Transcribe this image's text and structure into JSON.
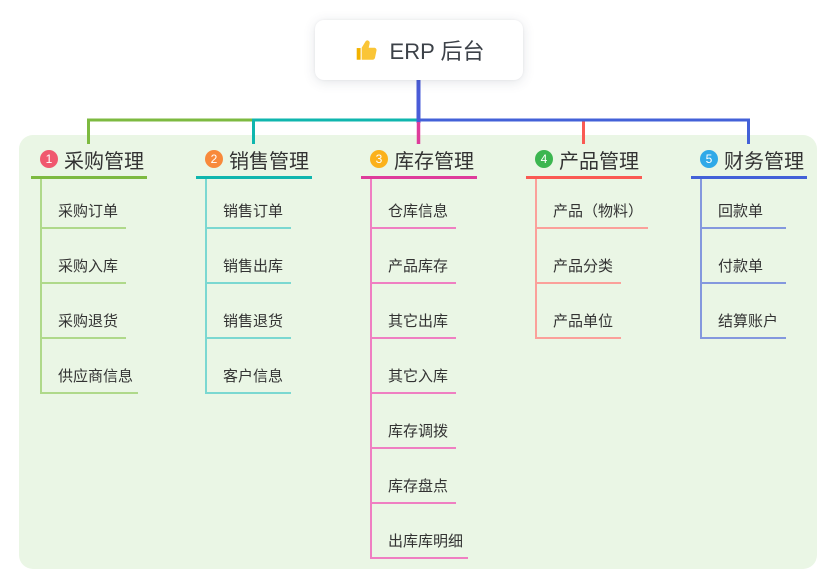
{
  "root": {
    "title": "ERP 后台",
    "icon": "thumbs-up-icon"
  },
  "palette": {
    "canvas_bg": "#FFFFFF",
    "panel_bg": "#EAF6E5",
    "root_line": "#4A5CD8",
    "text": "#333333",
    "root_card_bg": "#FFFFFF"
  },
  "branches": [
    {
      "number": "1",
      "label": "采购管理",
      "colors": {
        "badge": "#F0586E",
        "main": "#7DBA40",
        "light": "#AFD98A"
      },
      "children": [
        "采购订单",
        "采购入库",
        "采购退货",
        "供应商信息"
      ]
    },
    {
      "number": "2",
      "label": "销售管理",
      "colors": {
        "badge": "#F8893B",
        "main": "#0FB6AE",
        "light": "#7BD8D1"
      },
      "children": [
        "销售订单",
        "销售出库",
        "销售退货",
        "客户信息"
      ]
    },
    {
      "number": "3",
      "label": "库存管理",
      "colors": {
        "badge": "#FBB11B",
        "main": "#DE3C9B",
        "light": "#EF7FC2"
      },
      "children": [
        "仓库信息",
        "产品库存",
        "其它出库",
        "其它入库",
        "库存调拨",
        "库存盘点",
        "出库库明细"
      ]
    },
    {
      "number": "4",
      "label": "产品管理",
      "colors": {
        "badge": "#3CB650",
        "main": "#FA5A53",
        "light": "#FBA09A"
      },
      "children": [
        "产品（物料）",
        "产品分类",
        "产品单位"
      ]
    },
    {
      "number": "5",
      "label": "财务管理",
      "colors": {
        "badge": "#2FA9E8",
        "main": "#4361D8",
        "light": "#8498DE"
      },
      "children": [
        "回款单",
        "付款单",
        "结算账户"
      ]
    }
  ]
}
